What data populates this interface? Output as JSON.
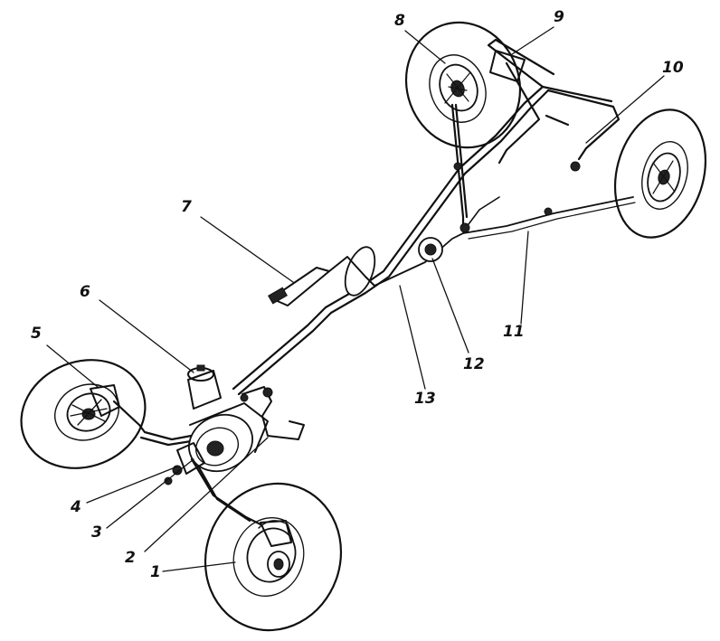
{
  "diagram": {
    "colors": {
      "ink": "#111111",
      "background": "#ffffff"
    },
    "callouts": [
      {
        "id": "1",
        "label": "1"
      },
      {
        "id": "2",
        "label": "2"
      },
      {
        "id": "3",
        "label": "3"
      },
      {
        "id": "4",
        "label": "4"
      },
      {
        "id": "5",
        "label": "5"
      },
      {
        "id": "6",
        "label": "6"
      },
      {
        "id": "7",
        "label": "7"
      },
      {
        "id": "8",
        "label": "8"
      },
      {
        "id": "9",
        "label": "9"
      },
      {
        "id": "10",
        "label": "10"
      },
      {
        "id": "11",
        "label": "11"
      },
      {
        "id": "12",
        "label": "12"
      },
      {
        "id": "13",
        "label": "13"
      }
    ]
  }
}
